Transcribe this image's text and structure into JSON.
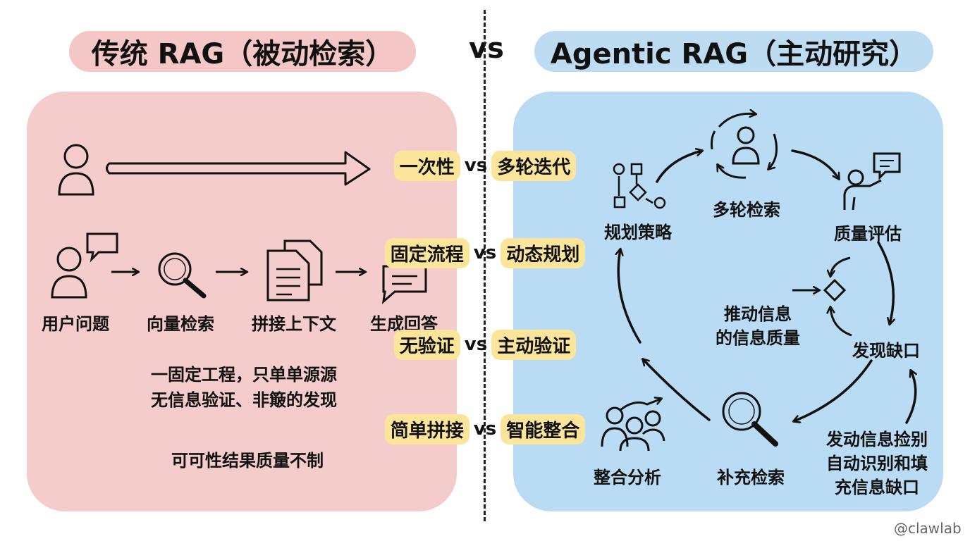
{
  "header": {
    "left_title": "传统 RAG（被动检索）",
    "vs": "vs",
    "right_title": "Agentic RAG（主动研究）"
  },
  "left_panel": {
    "steps": [
      "用户问题",
      "向量检索",
      "拼接上下文",
      "生成回答"
    ],
    "note_lines": [
      "一固定工程，只单单源源",
      "无信息验证、非簸的发现"
    ],
    "bottom_note": "可可性结果质量不制"
  },
  "comparisons": [
    {
      "left": "一次性",
      "vs": "vs",
      "right": "多轮迭代"
    },
    {
      "left": "固定流程",
      "vs": "vs",
      "right": "动态规划"
    },
    {
      "left": "无验证",
      "vs": "vs",
      "right": "主动验证"
    },
    {
      "left": "简单拼接",
      "vs": "vs",
      "right": "智能整合"
    }
  ],
  "right_panel": {
    "nodes": {
      "plan": "规划策略",
      "multi": "多轮检索",
      "quality": "质量评估",
      "gap": "发现缺口",
      "supplement": "补充检索",
      "integrate": "整合分析"
    },
    "center_note_lines": [
      "推动信息",
      "的信息质量"
    ],
    "side_note_lines": [
      "发动信息捡别",
      "自动识别和填",
      "充信息缺口"
    ]
  },
  "watermark": "@clawlab",
  "colors": {
    "left_bg": "#f5cccc",
    "right_bg": "#b9dbf3",
    "left_title_bg": "#f4c6c6",
    "right_title_bg": "#bddcf2",
    "chip": "#fbe59b"
  },
  "icons": [
    "user-icon",
    "chat-bubble-icon",
    "magnifier-icon",
    "documents-icon",
    "answer-icon",
    "flowchart-icon",
    "cycle-user-icon",
    "presenter-icon",
    "decision-diamond-icon",
    "team-icon"
  ]
}
